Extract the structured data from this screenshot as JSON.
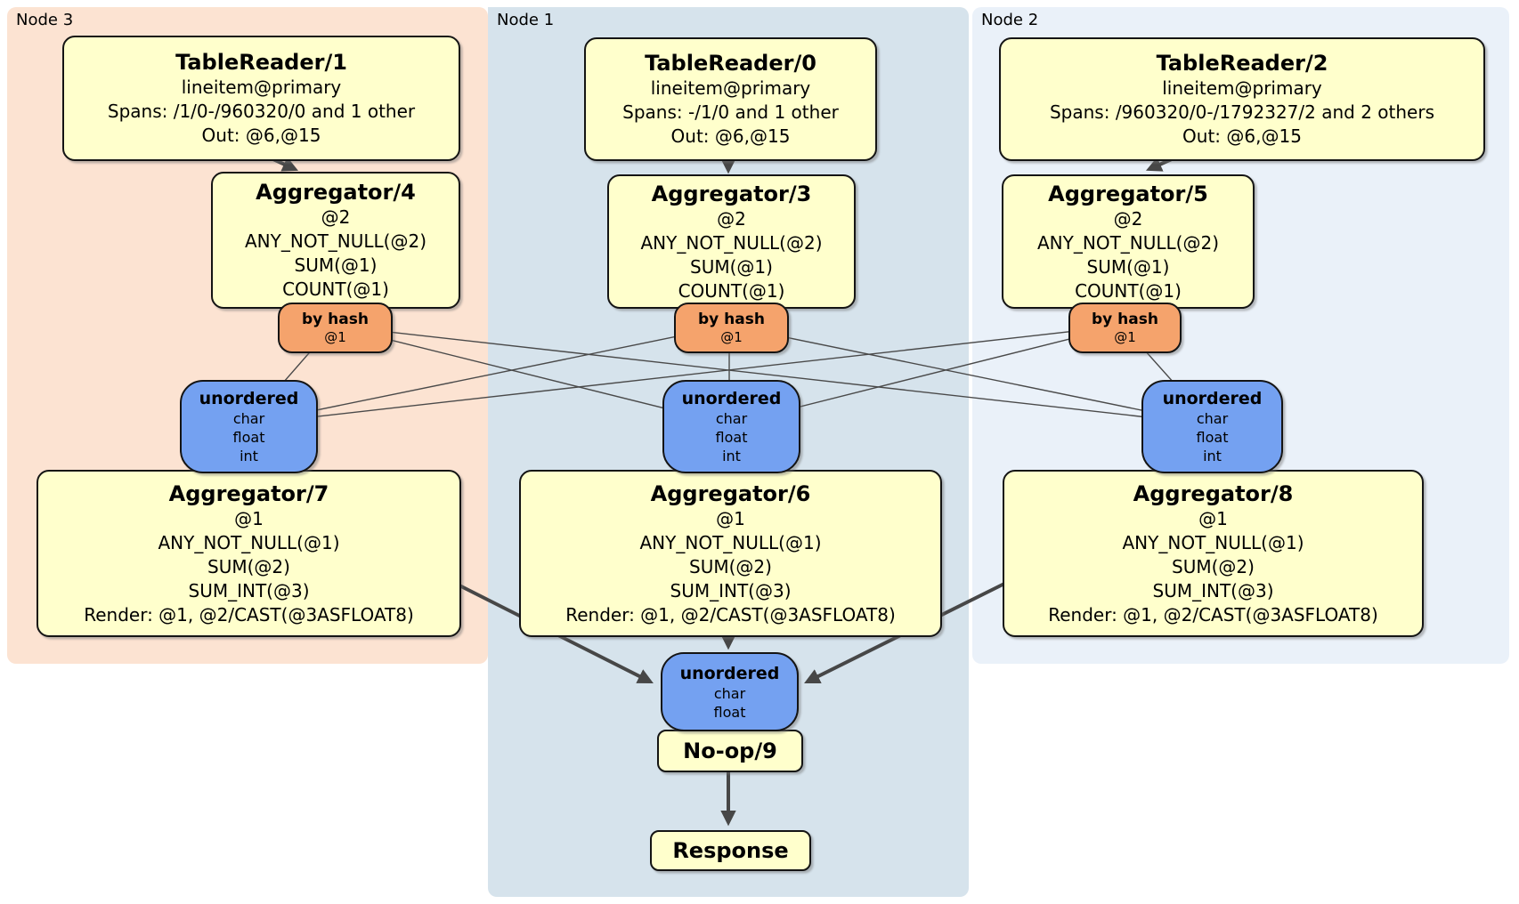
{
  "groups": {
    "node3": {
      "label": "Node 3"
    },
    "node1": {
      "label": "Node 1"
    },
    "node2": {
      "label": "Node 2"
    }
  },
  "processors": {
    "tr1": {
      "title": "TableReader/1",
      "lines": [
        "lineitem@primary",
        "Spans: /1/0-/960320/0 and 1 other",
        "Out: @6,@15"
      ]
    },
    "tr0": {
      "title": "TableReader/0",
      "lines": [
        "lineitem@primary",
        "Spans: -/1/0 and 1 other",
        "Out: @6,@15"
      ]
    },
    "tr2": {
      "title": "TableReader/2",
      "lines": [
        "lineitem@primary",
        "Spans: /960320/0-/1792327/2 and 2 others",
        "Out: @6,@15"
      ]
    },
    "agg4": {
      "title": "Aggregator/4",
      "lines": [
        "@2",
        "ANY_NOT_NULL(@2)",
        "SUM(@1)",
        "COUNT(@1)"
      ]
    },
    "agg3": {
      "title": "Aggregator/3",
      "lines": [
        "@2",
        "ANY_NOT_NULL(@2)",
        "SUM(@1)",
        "COUNT(@1)"
      ]
    },
    "agg5": {
      "title": "Aggregator/5",
      "lines": [
        "@2",
        "ANY_NOT_NULL(@2)",
        "SUM(@1)",
        "COUNT(@1)"
      ]
    },
    "agg7": {
      "title": "Aggregator/7",
      "lines": [
        "@1",
        "ANY_NOT_NULL(@1)",
        "SUM(@2)",
        "SUM_INT(@3)",
        "Render: @1, @2/CAST(@3ASFLOAT8)"
      ]
    },
    "agg6": {
      "title": "Aggregator/6",
      "lines": [
        "@1",
        "ANY_NOT_NULL(@1)",
        "SUM(@2)",
        "SUM_INT(@3)",
        "Render: @1, @2/CAST(@3ASFLOAT8)"
      ]
    },
    "agg8": {
      "title": "Aggregator/8",
      "lines": [
        "@1",
        "ANY_NOT_NULL(@1)",
        "SUM(@2)",
        "SUM_INT(@3)",
        "Render: @1, @2/CAST(@3ASFLOAT8)"
      ]
    },
    "noop": {
      "title": "No-op/9"
    },
    "response": {
      "title": "Response"
    }
  },
  "routers": {
    "left": {
      "title": "by hash",
      "detail": "@1"
    },
    "center": {
      "title": "by hash",
      "detail": "@1"
    },
    "right": {
      "title": "by hash",
      "detail": "@1"
    }
  },
  "synchronizers": {
    "left": {
      "title": "unordered",
      "types": [
        "char",
        "float",
        "int"
      ]
    },
    "center": {
      "title": "unordered",
      "types": [
        "char",
        "float",
        "int"
      ]
    },
    "right": {
      "title": "unordered",
      "types": [
        "char",
        "float",
        "int"
      ]
    },
    "final": {
      "title": "unordered",
      "types": [
        "char",
        "float"
      ]
    }
  },
  "colors": {
    "processor_fill": "#ffffcc",
    "router_fill": "#f5a36c",
    "sync_fill": "#74a1f1",
    "node3_bg": "#fce3d2",
    "node1_bg": "#d6e3ec",
    "node2_bg": "#eaf1f9",
    "edge": "#4a4a4a"
  }
}
